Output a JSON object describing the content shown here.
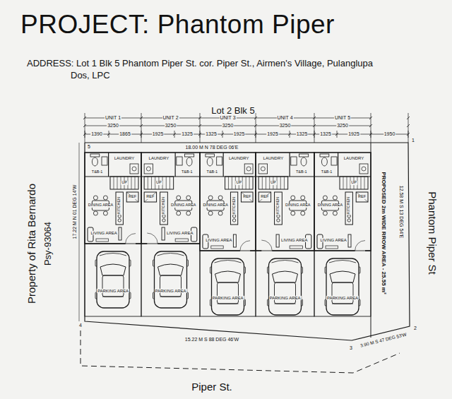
{
  "diagram": {
    "title": "PROJECT: Phantom Piper",
    "labels": [
      "ADDRESS: Lot 1 Blk 5 Phantom Piper St. cor. Piper St., Airmen's Village, Pulanglupa Dos, LPC",
      "Lot 2 Blk 5",
      "UNIT 1",
      "UNIT 2",
      "UNIT 3",
      "UNIT 4",
      "UNIT 5",
      "3250",
      "3250",
      "3250",
      "3250",
      "3250",
      "1390",
      "1865",
      "1925",
      "1325",
      "1325",
      "1925",
      "1925",
      "1325",
      "1325",
      "1925",
      "1950",
      "18.00 M N 78 DEG 06'E",
      "5",
      "1",
      "4",
      "2",
      "3",
      "17.22 M N 01 DEG 14'W",
      "12.58 M S 13 DEG 54'E",
      "PROPOSED 2m WIDE RROW AREA - 25.55 m²",
      "15.22 M S 88 DEG 46'W",
      "3.90 M S 47 DEG 53'W",
      "Property of Rita Bernardo",
      "Psy-93064",
      "Piper St.",
      "Phantom Piper St",
      "LAUNDRY",
      "T&B-1",
      "UP",
      "KITCHEN",
      "REF",
      "DINING AREA",
      "LIVING AREA",
      "PARKING AREA",
      "LAUNDRY",
      "T&B-1",
      "UP",
      "KITCHEN",
      "REF",
      "DINING AREA",
      "LIVING AREA",
      "PARKING AREA",
      "LAUNDRY",
      "T&B-1",
      "UP",
      "KITCHEN",
      "REF",
      "DINING AREA",
      "LIVING AREA",
      "PARKING AREA",
      "LAUNDRY",
      "T&B-1",
      "UP",
      "KITCHEN",
      "REF",
      "DINING AREA",
      "LIVING AREA",
      "PARKING AREA",
      "LAUNDRY",
      "T&B-1",
      "UP",
      "KITCHEN",
      "REF",
      "DINING AREA",
      "LIVING AREA",
      "PARKING AREA"
    ]
  }
}
